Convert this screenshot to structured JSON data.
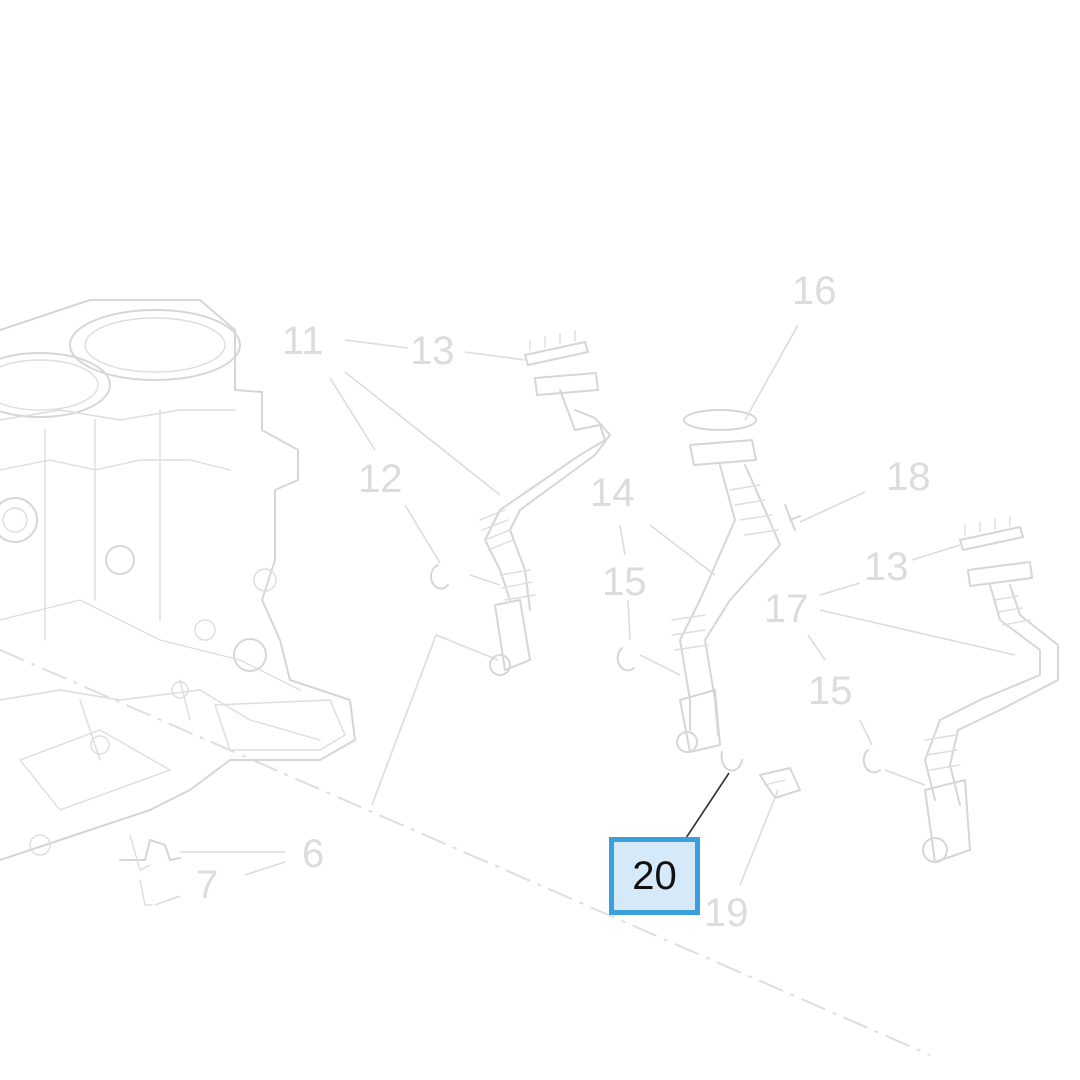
{
  "diagram": {
    "callouts": {
      "c11": "11",
      "c13a": "13",
      "c12": "12",
      "c16": "16",
      "c14": "14",
      "c18": "18",
      "c15a": "15",
      "c13b": "13",
      "c17": "17",
      "c15b": "15",
      "c6": "6",
      "c7": "7",
      "c19": "19"
    },
    "highlighted_callout": "20"
  },
  "colors": {
    "highlight_border": "#3aa0dc",
    "highlight_fill": "#d6e9f8",
    "faded_linework": "#d6d6d6"
  }
}
